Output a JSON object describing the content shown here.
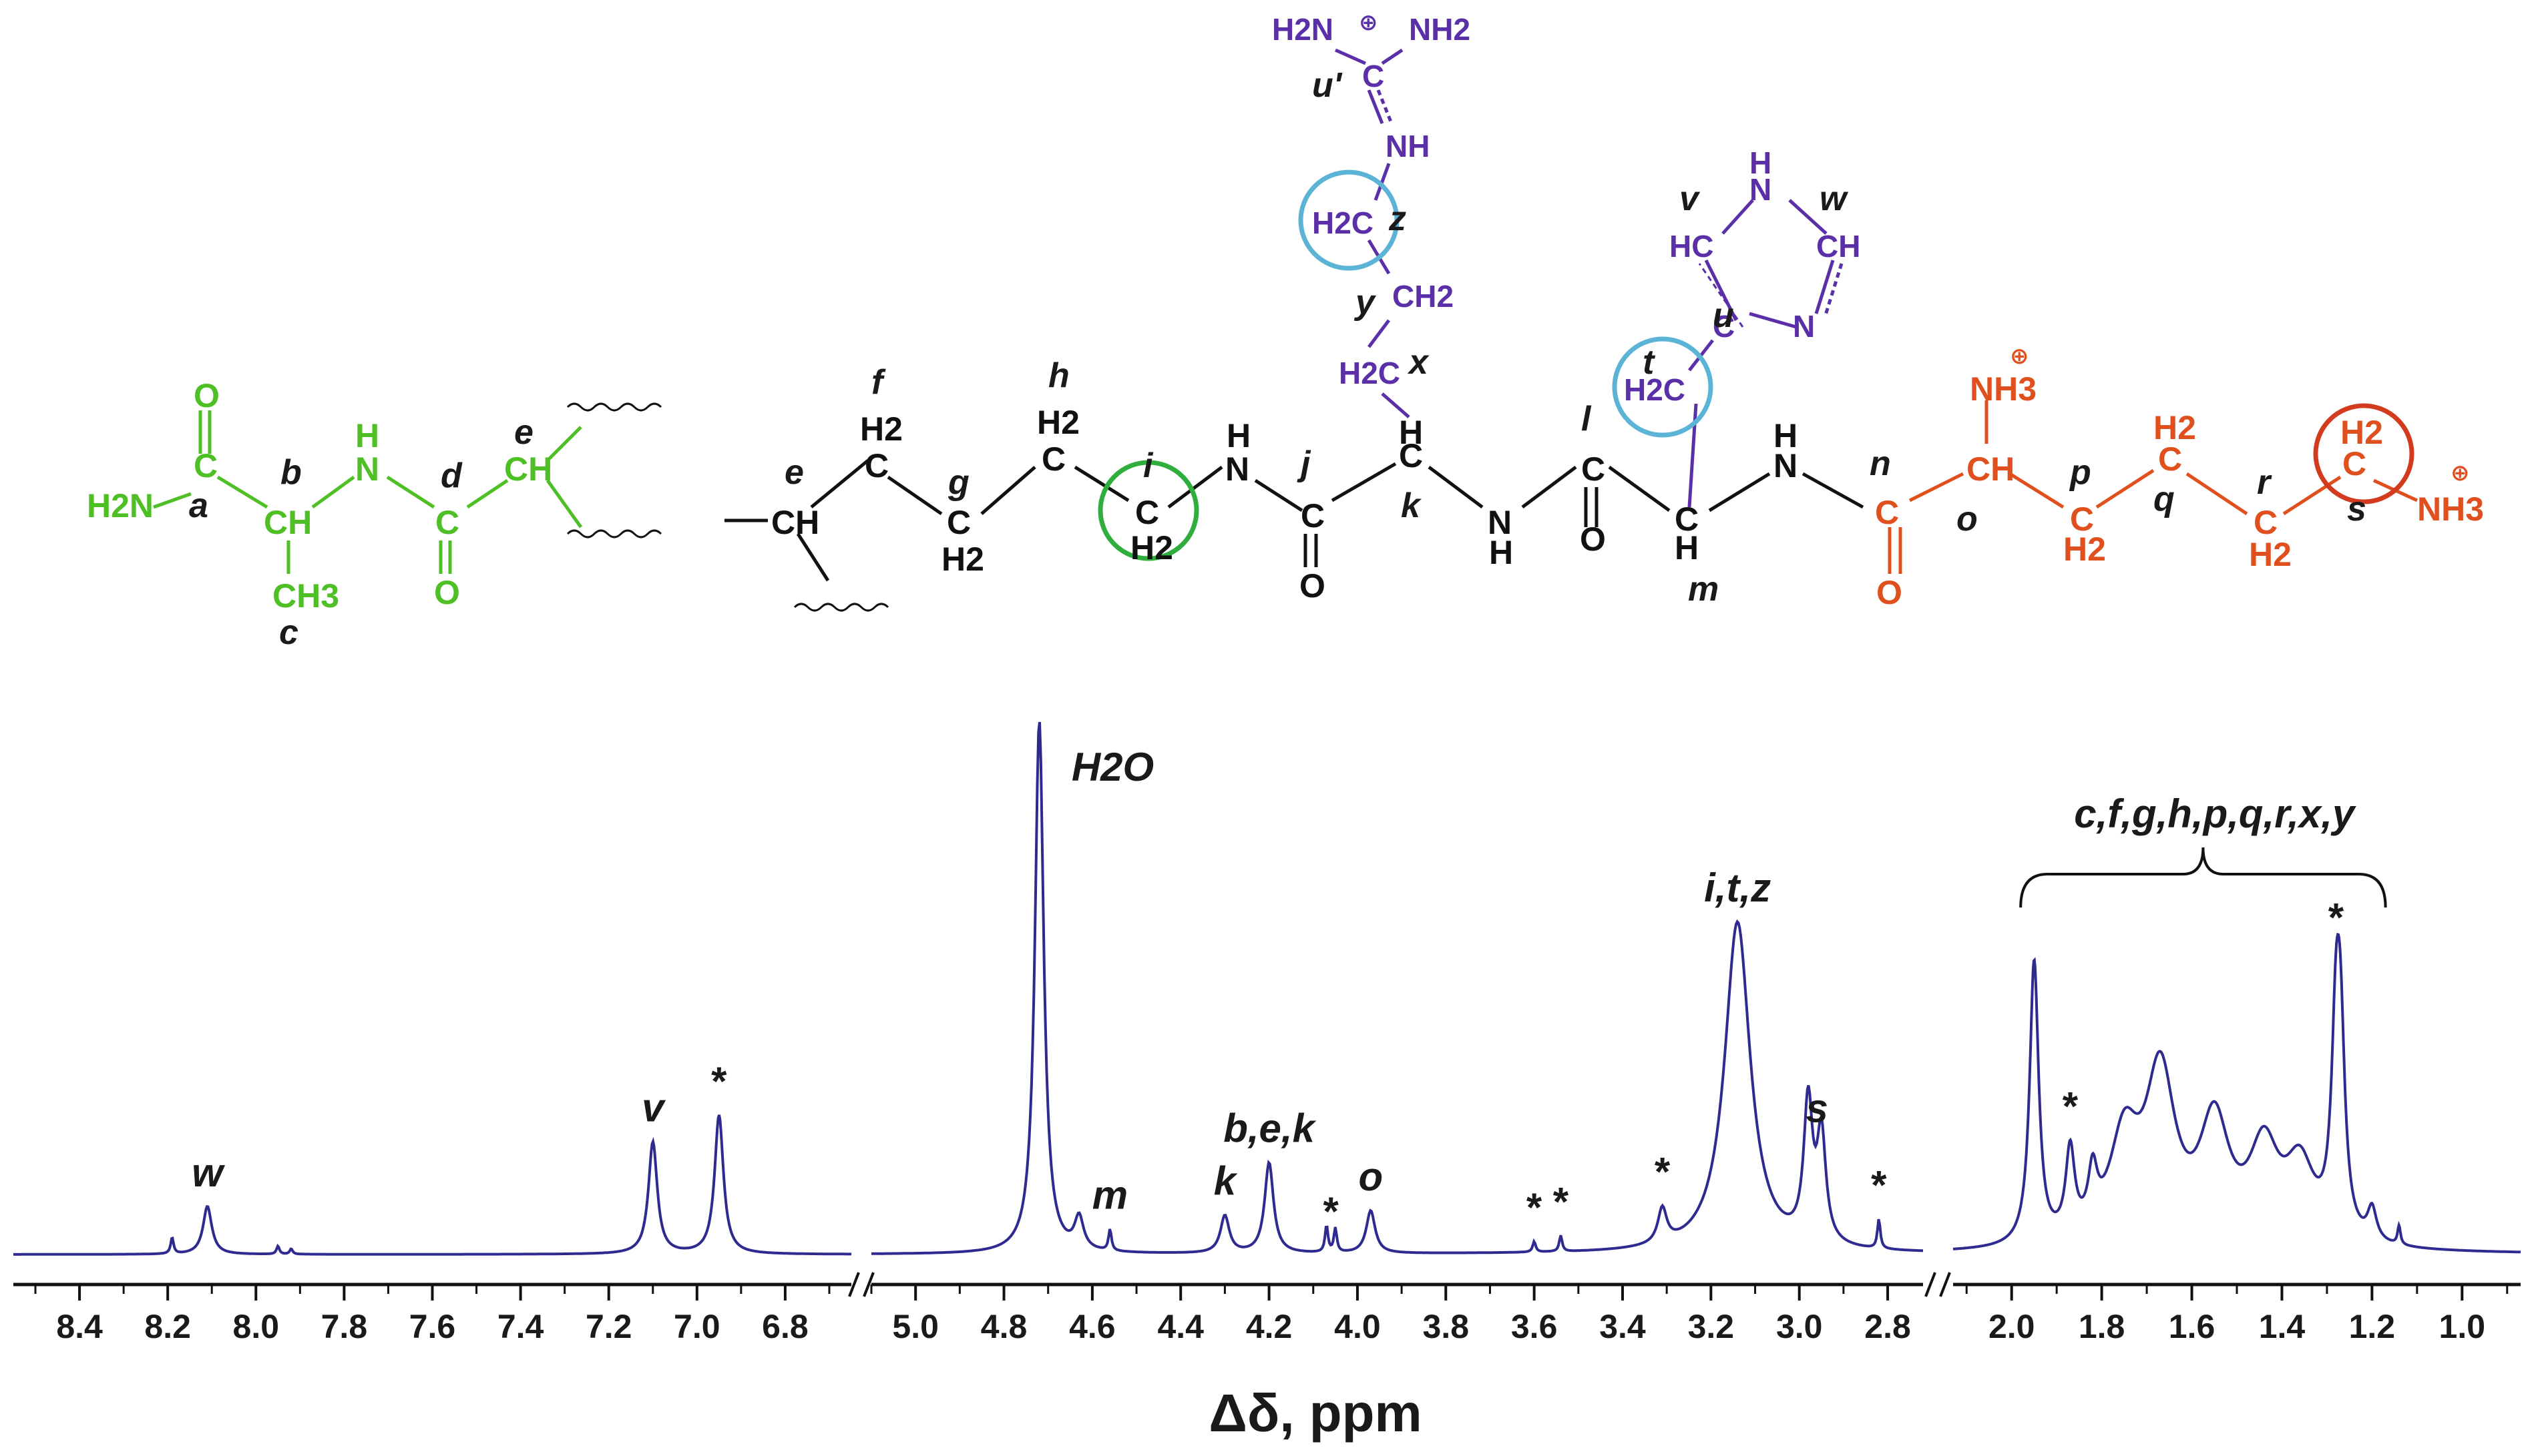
{
  "colors": {
    "green": "#4fbf26",
    "black": "#111111",
    "purple": "#5a2fa8",
    "orange": "#e0501e",
    "cyan": "#5bb3d6",
    "circle_green": "#2fae3e",
    "circle_red": "#d23b1e",
    "spectrum": "#2e2a8f"
  },
  "structure": {
    "green": {
      "labels": [
        "a",
        "b",
        "c",
        "d",
        "e"
      ],
      "groups": [
        "O",
        "C",
        "H2N",
        "CH",
        "CH3",
        "H",
        "N",
        "C",
        "O",
        "CH"
      ]
    },
    "black": {
      "labels": [
        "e",
        "f",
        "g",
        "h",
        "i",
        "j",
        "k",
        "l",
        "m"
      ],
      "groups": [
        "CH",
        "C",
        "H2",
        "C",
        "H2",
        "C",
        "H2",
        "C",
        "H2",
        "H",
        "N",
        "C",
        "O",
        "C",
        "H",
        "N",
        "H",
        "C",
        "O",
        "C",
        "H",
        "H",
        "N"
      ]
    },
    "purple": {
      "labels": [
        "u'",
        "z",
        "y",
        "x",
        "v",
        "w",
        "u",
        "t"
      ],
      "groups": [
        "H2N",
        "⊕",
        "NH2",
        "C",
        "NH",
        "H2C",
        "CH2",
        "H2C",
        "H",
        "N",
        "HC",
        "CH",
        "C",
        "N",
        "H2C"
      ]
    },
    "orange": {
      "labels": [
        "n",
        "o",
        "p",
        "q",
        "r",
        "s"
      ],
      "groups": [
        "C",
        "O",
        "NH3",
        "⊕",
        "CH",
        "C",
        "H2",
        "C",
        "H2",
        "C",
        "H2",
        "H2",
        "C",
        "NH3",
        "⊕"
      ]
    }
  },
  "chart_data": {
    "type": "line",
    "title": "",
    "xlabel": "Δδ, ppm",
    "ylabel": "",
    "x_reversed": true,
    "axis_break": true,
    "segments": [
      {
        "xlim": [
          8.55,
          6.65
        ],
        "ticks": [
          "8.4",
          "8.2",
          "8.0",
          "7.8",
          "7.6",
          "7.4",
          "7.2",
          "7.0",
          "6.8"
        ]
      },
      {
        "xlim": [
          5.1,
          2.72
        ],
        "ticks": [
          "5.0",
          "4.8",
          "4.6",
          "4.4",
          "4.2",
          "4.0",
          "3.8",
          "3.6",
          "3.4",
          "3.2",
          "3.0",
          "2.8"
        ]
      },
      {
        "xlim": [
          2.13,
          0.87
        ],
        "ticks": [
          "2.0",
          "1.8",
          "1.6",
          "1.4",
          "1.2",
          "1.0"
        ]
      }
    ],
    "peaks": [
      {
        "x": 8.11,
        "h": 0.09
      },
      {
        "x": 8.19,
        "h": 0.03
      },
      {
        "x": 7.95,
        "h": 0.015
      },
      {
        "x": 7.92,
        "h": 0.01
      },
      {
        "x": 7.1,
        "h": 0.21
      },
      {
        "x": 6.95,
        "h": 0.26
      },
      {
        "x": 4.72,
        "h": 1.0
      },
      {
        "x": 4.63,
        "h": 0.06
      },
      {
        "x": 4.56,
        "h": 0.04
      },
      {
        "x": 4.3,
        "h": 0.07
      },
      {
        "x": 4.2,
        "h": 0.17
      },
      {
        "x": 4.07,
        "h": 0.05
      },
      {
        "x": 4.05,
        "h": 0.045
      },
      {
        "x": 3.97,
        "h": 0.08
      },
      {
        "x": 3.6,
        "h": 0.02
      },
      {
        "x": 3.54,
        "h": 0.03
      },
      {
        "x": 3.31,
        "h": 0.065
      },
      {
        "x": 3.14,
        "h": 0.62
      },
      {
        "x": 2.98,
        "h": 0.26
      },
      {
        "x": 2.95,
        "h": 0.2
      },
      {
        "x": 2.82,
        "h": 0.055
      },
      {
        "x": 1.95,
        "h": 0.53
      },
      {
        "x": 1.87,
        "h": 0.16
      },
      {
        "x": 1.82,
        "h": 0.1
      },
      {
        "x": 1.75,
        "h": 0.19
      },
      {
        "x": 1.67,
        "h": 0.31
      },
      {
        "x": 1.55,
        "h": 0.22
      },
      {
        "x": 1.44,
        "h": 0.17
      },
      {
        "x": 1.36,
        "h": 0.14
      },
      {
        "x": 1.28,
        "h": 0.33
      },
      {
        "x": 1.27,
        "h": 0.32
      },
      {
        "x": 1.2,
        "h": 0.06
      },
      {
        "x": 1.14,
        "h": 0.035
      }
    ],
    "peak_labels": [
      {
        "text": "w",
        "x": 8.11
      },
      {
        "text": "v",
        "x": 7.1
      },
      {
        "text": "*",
        "x": 6.95
      },
      {
        "text": "H2O",
        "x": 4.72
      },
      {
        "text": "m",
        "x": 4.56
      },
      {
        "text": "k",
        "x": 4.3
      },
      {
        "text": "b,e,k",
        "x": 4.2
      },
      {
        "text": "*",
        "x": 4.06
      },
      {
        "text": "o",
        "x": 3.97
      },
      {
        "text": "*",
        "x": 3.6
      },
      {
        "text": "*",
        "x": 3.54
      },
      {
        "text": "*",
        "x": 3.31
      },
      {
        "text": "i,t,z",
        "x": 3.14
      },
      {
        "text": "s",
        "x": 2.96
      },
      {
        "text": "*",
        "x": 2.82
      },
      {
        "text": "*",
        "x": 1.87
      },
      {
        "text": "*",
        "x": 1.28
      },
      {
        "text": "c,f,g,h,p,q,r,x,y",
        "x": 1.55
      }
    ]
  }
}
